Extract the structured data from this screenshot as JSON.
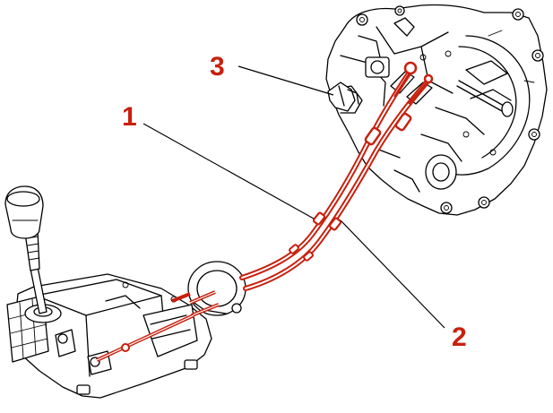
{
  "colors": {
    "line_art": "#000000",
    "cable": "#c8200e",
    "cable_inner": "#ffffff",
    "callout": "#c8200e",
    "background": "#ffffff"
  },
  "callouts": [
    {
      "id": "1",
      "label": "1"
    },
    {
      "id": "2",
      "label": "2"
    },
    {
      "id": "3",
      "label": "3"
    }
  ]
}
